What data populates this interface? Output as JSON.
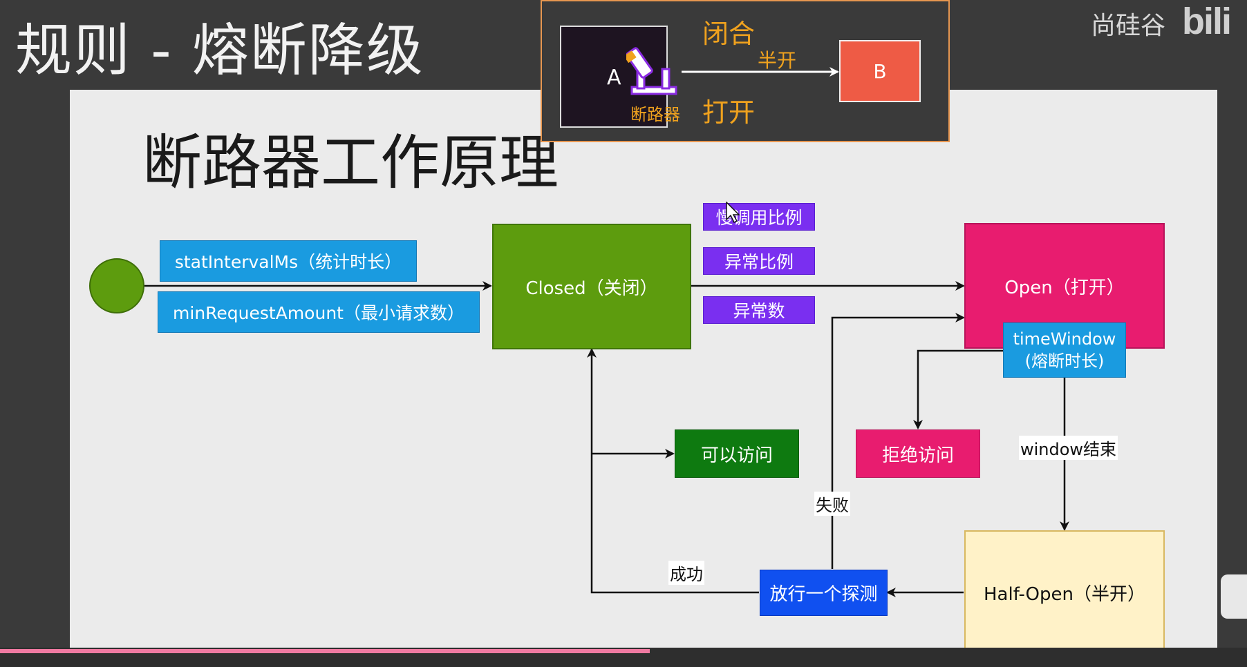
{
  "slide": {
    "title": "规则 - 熔断降级",
    "brand": "尚硅谷",
    "content_title": "断路器工作原理"
  },
  "inset": {
    "node_a": "A",
    "breaker_label": "断路器",
    "node_b": "B",
    "state_close": "闭合",
    "state_half": "半开",
    "state_open": "打开"
  },
  "diagram": {
    "param_interval": "statIntervalMs（统计时长）",
    "param_min_request": "minRequestAmount（最小请求数）",
    "closed": "Closed（关闭）",
    "open": "Open（打开）",
    "half_open": "Half-Open（半开）",
    "slow_ratio": "慢调用比例",
    "error_ratio": "异常比例",
    "error_count": "异常数",
    "time_window_line1": "timeWindow",
    "time_window_line2": "(熔断时长)",
    "allow_access": "可以访问",
    "reject_access": "拒绝访问",
    "probe": "放行一个探测",
    "label_success": "成功",
    "label_fail": "失败",
    "label_window_end": "window结束"
  },
  "colors": {
    "closed": "#5d9c0e",
    "open": "#e81c6f",
    "half_open": "#fff2c8",
    "param": "#1a9be0",
    "strategy": "#7a2ff0",
    "probe": "#1050f0",
    "inset_accent": "#f0a21e"
  },
  "icons": [
    "breaker-icon",
    "cursor-icon",
    "video-control-icon"
  ]
}
